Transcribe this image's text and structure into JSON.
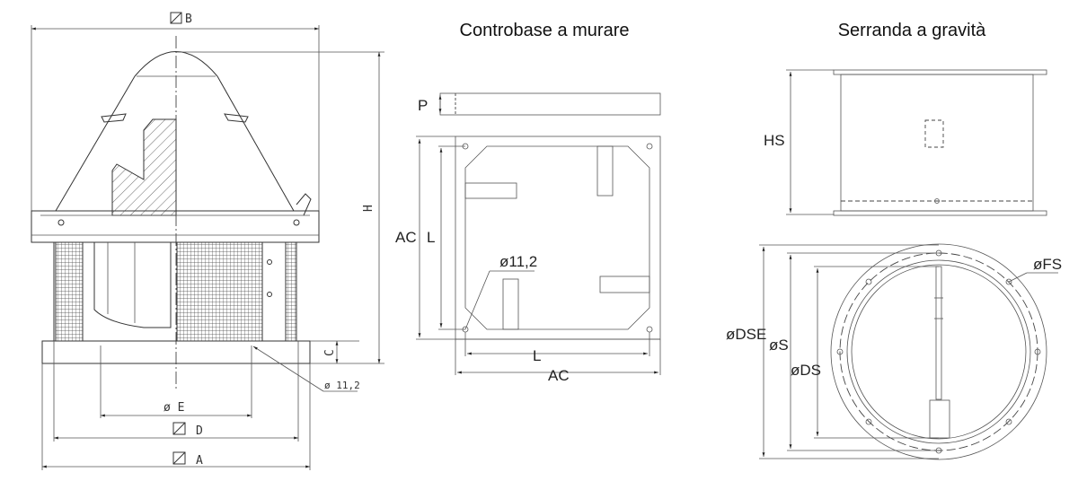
{
  "fan_view": {
    "dim_B": "B",
    "dim_H": "H",
    "dim_C": "C",
    "hole_diameter": "ø 11,2",
    "dim_E": "ø E",
    "dim_D": "D",
    "dim_A": "A"
  },
  "base_view": {
    "title": "Controbase a murare",
    "dim_P": "P",
    "dim_AC_vertical": "AC",
    "dim_L_vertical": "L",
    "hole_diameter": "ø11,2",
    "dim_L_horizontal": "L",
    "dim_AC_horizontal": "AC"
  },
  "damper_view": {
    "title": "Serranda a gravità",
    "dim_HS": "HS",
    "dim_DSE": "øDSE",
    "dim_S": "øS",
    "dim_DS": "øDS",
    "dim_FS": "øFS"
  }
}
